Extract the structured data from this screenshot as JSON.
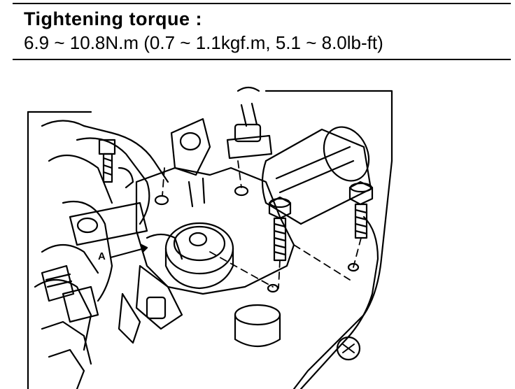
{
  "spec": {
    "title": "Tightening torque :",
    "value": "6.9 ~ 10.8N.m (0.7 ~ 1.1kgf.m, 5.1 ~ 8.0lb-ft)"
  },
  "figure": {
    "callout_a": "A"
  }
}
